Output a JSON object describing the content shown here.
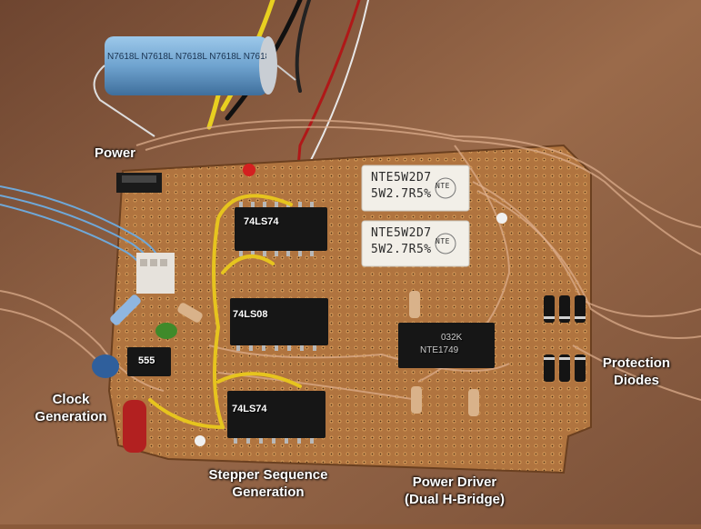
{
  "labels": {
    "power": "Power",
    "clock_line1": "Clock",
    "clock_line2": "Generation",
    "stepper_line1": "Stepper Sequence",
    "stepper_line2": "Generation",
    "driver_line1": "Power Driver",
    "driver_line2": "(Dual H-Bridge)",
    "protection_line1": "Protection",
    "protection_line2": "Diodes"
  },
  "chips": {
    "u1": "74LS74",
    "u2": "74LS08",
    "u3": "74LS74",
    "timer": "555",
    "driver_line1": "032K",
    "driver_line2": "NTE1749"
  },
  "resistors": {
    "r1_line1": "NTE5W2D7",
    "r1_line2": "5W2.7R5%",
    "r2_line1": "NTE5W2D7",
    "r2_line2": "5W2.7R5%",
    "brand": "NTE"
  },
  "capacitor": {
    "marking": "N7618L N7618L N7618L N7618L N7618L"
  }
}
